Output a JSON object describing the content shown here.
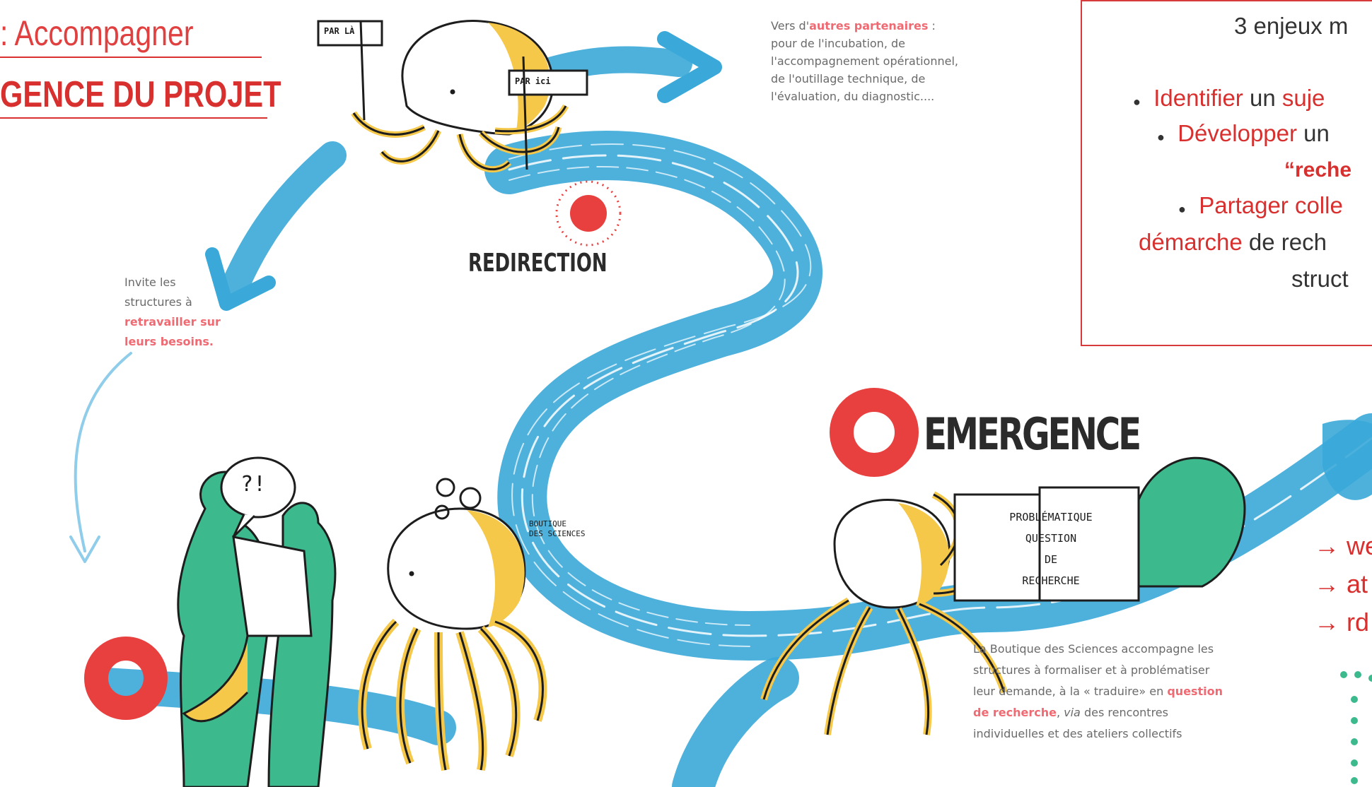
{
  "title": {
    "line1": ": Accompagner",
    "line2": "GENCE DU PROJET"
  },
  "signs": {
    "sign1": "PAR LÀ",
    "sign2": "PAR ici"
  },
  "stages": {
    "redirection": "REDIRECTION",
    "emergence": "EMERGENCE"
  },
  "notes": {
    "partners": {
      "before": "Vers d'",
      "highlight": "autres partenaires",
      "after": " :",
      "lines": [
        "pour de l'incubation, de",
        "l'accompagnement opérationnel,",
        "de l'outillage technique, de",
        "l'évaluation, du diagnostic...."
      ]
    },
    "invite": {
      "line1": "Invite les",
      "line2": "structures à",
      "highlight1": "retravailler sur",
      "highlight2": "leurs besoins."
    },
    "boutique": {
      "line1": "La Boutique des Sciences accompagne les",
      "line2": "structures à formaliser et à problématiser",
      "line3a": "leur demande, à la « traduire» en ",
      "line3hl": "question",
      "line4hl": "de recherche",
      "line4b": ", ",
      "line4c": "via",
      "line4d": " des rencontres",
      "line5": "individuelles et des ateliers collectifs"
    }
  },
  "sketch": {
    "speech": "?!",
    "boutique_label_1": "BOUTIQUE",
    "boutique_label_2": "DES SCIENCES",
    "book_lines": [
      "PROBLÉMATIQUE",
      "QUESTION",
      "DE",
      "RECHERCHE"
    ]
  },
  "box": {
    "line1": "3 enjeux m",
    "item1_a": "Identifier",
    "item1_b": " un ",
    "item1_c": "suje",
    "item2_a": "Développer",
    "item2_b": " un",
    "item2_c": "“reche",
    "item3_a": "Partager colle",
    "item4_a": "démarche",
    "item4_b": " de rech",
    "item5": "struct"
  },
  "arrows_list": [
    "→ we",
    "→ at",
    "→ rd"
  ],
  "colors": {
    "river": "#3aa8d8",
    "red": "#e8403f",
    "octopus": "#f5c84a",
    "people": "#3cba8e"
  }
}
